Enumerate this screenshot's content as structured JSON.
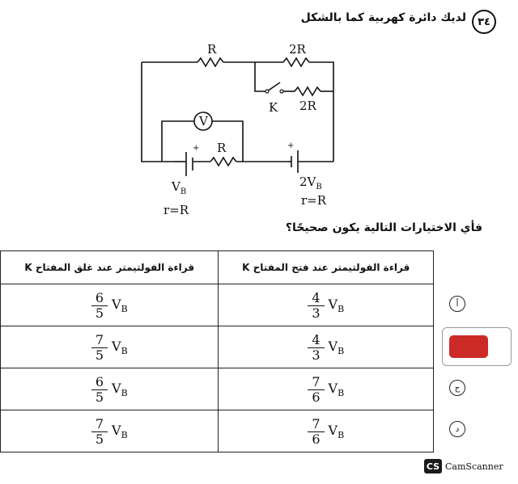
{
  "question": {
    "number": "٣٤",
    "text": "لديك دائرة كهربية كما بالشكل",
    "prompt": "فأي الاختيارات التالية يكون صحيحًا؟"
  },
  "circuit": {
    "labels": {
      "r_top": "R",
      "r_2r_top": "2R",
      "r_2r_branch": "2R",
      "switch": "K",
      "voltmeter": "V",
      "r_inner": "R",
      "plus_left": "+",
      "plus_right": "+",
      "battery_left_v": "V",
      "battery_left_v_sub": "B",
      "battery_left_r": "r=R",
      "battery_right_v": "2V",
      "battery_right_v_sub": "B",
      "battery_right_r": "r=R"
    }
  },
  "table": {
    "headers": {
      "closed": "قراءة الفولتيمتر عند غلق المفتاح K",
      "open": "قراءة الفولتيمتر عند فتح المفتاح K"
    },
    "rows": [
      {
        "closed_num": "6",
        "closed_den": "5",
        "open_num": "4",
        "open_den": "3",
        "unit": "V",
        "unit_sub": "B"
      },
      {
        "closed_num": "7",
        "closed_den": "5",
        "open_num": "4",
        "open_den": "3",
        "unit": "V",
        "unit_sub": "B"
      },
      {
        "closed_num": "6",
        "closed_den": "5",
        "open_num": "7",
        "open_den": "6",
        "unit": "V",
        "unit_sub": "B"
      },
      {
        "closed_num": "7",
        "closed_den": "5",
        "open_num": "7",
        "open_den": "6",
        "unit": "V",
        "unit_sub": "B"
      }
    ]
  },
  "options": {
    "a": "أ",
    "c": "ج",
    "d": "د",
    "selected_color": "#cc2a27"
  },
  "footer": {
    "logo": "CS",
    "brand": "CamScanner"
  }
}
